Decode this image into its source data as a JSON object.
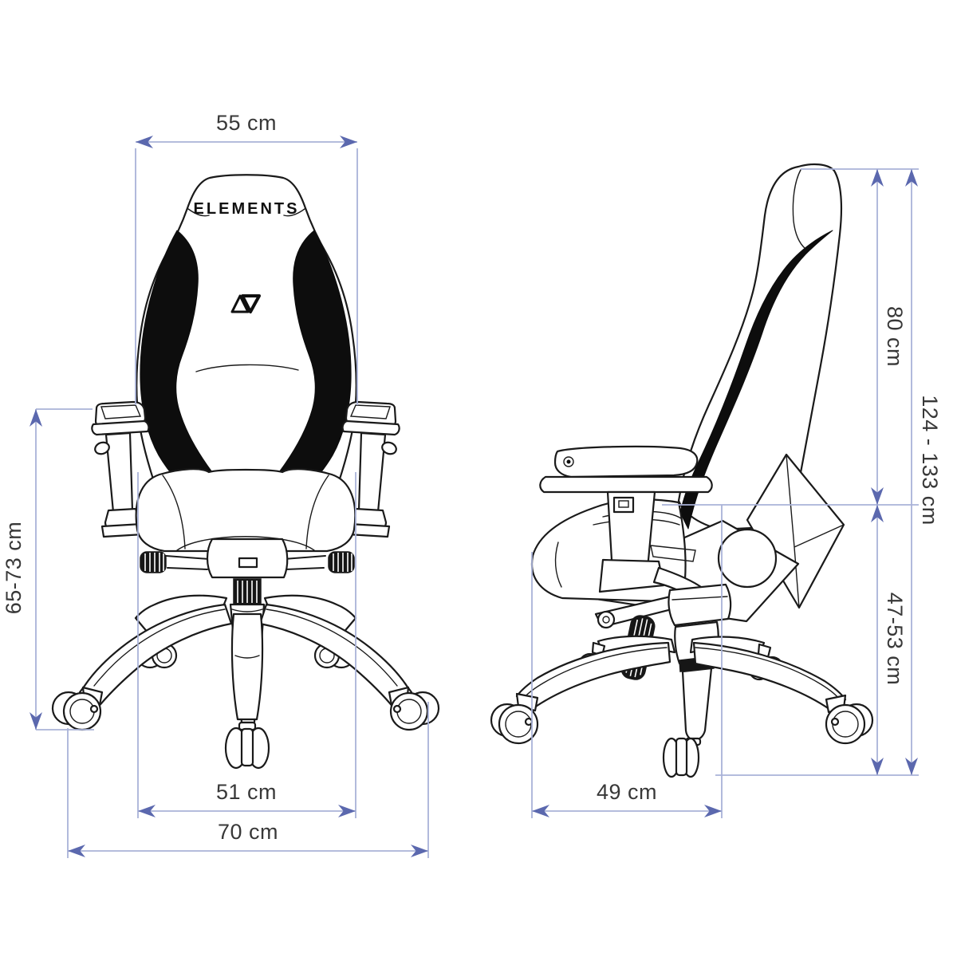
{
  "brand": {
    "logo_text": "ELEMENTS",
    "logo_icon": "delta-nabla-triangles"
  },
  "views": {
    "front_name": "front-view",
    "side_name": "side-view"
  },
  "dims": {
    "backrest_width": {
      "label": "55 cm"
    },
    "armrest_height": {
      "label": "65-73 cm"
    },
    "seat_width": {
      "label": "51 cm"
    },
    "base_width": {
      "label": "70 cm"
    },
    "backrest_height": {
      "label": "80 cm"
    },
    "total_height": {
      "label": "124 - 133 cm"
    },
    "seat_height": {
      "label": "47-53 cm"
    },
    "seat_depth": {
      "label": "49 cm"
    }
  },
  "colors": {
    "background": "#ffffff",
    "line_art": "#1a1a1a",
    "dimension_line": "#a9b2d8",
    "dimension_arrow": "#5b68ae",
    "dimension_text": "#383838"
  }
}
